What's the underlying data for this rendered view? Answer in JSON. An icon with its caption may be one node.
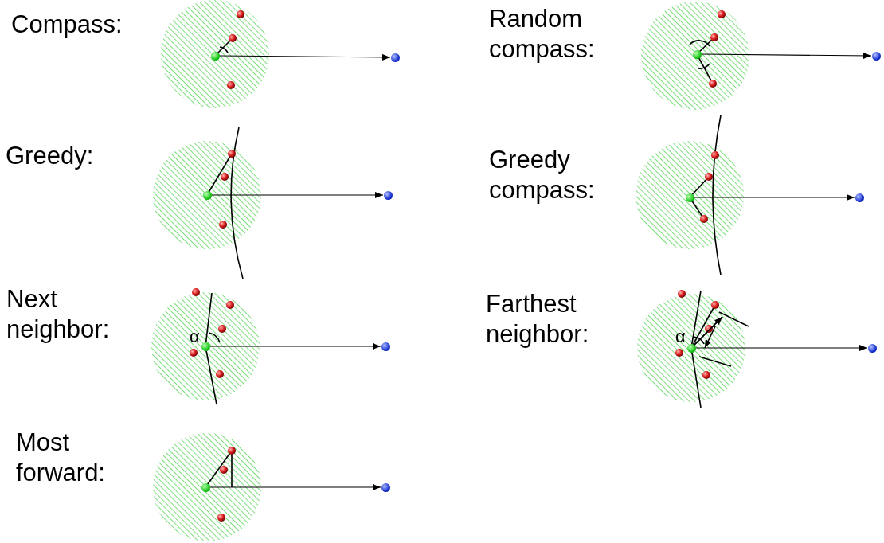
{
  "diagram": {
    "nodes": [
      {
        "text": [],
        "shape": "circle"
      },
      {
        "text": [],
        "shape": "circle"
      },
      {
        "text": [],
        "shape": "circle"
      },
      {
        "text": [],
        "shape": "circle"
      },
      {
        "text": [],
        "shape": "circle"
      },
      {
        "text": [],
        "shape": "circle"
      },
      {
        "text": [],
        "shape": "circle"
      },
      {
        "text": [],
        "shape": "circle"
      },
      {
        "text": [],
        "shape": "circle"
      },
      {
        "text": [],
        "shape": "circle"
      },
      {
        "text": [],
        "shape": "circle"
      },
      {
        "text": [],
        "shape": "circle"
      },
      {
        "text": [],
        "shape": "circle"
      },
      {
        "text": [],
        "shape": "circle"
      }
    ],
    "edges": [
      {
        "from": 0,
        "to": 1,
        "arrow": "to"
      },
      {
        "from": 2,
        "to": 3,
        "arrow": "to"
      },
      {
        "from": 4,
        "to": 5,
        "arrow": "to"
      },
      {
        "from": 6,
        "to": 7,
        "arrow": "to"
      },
      {
        "from": 8,
        "to": 9,
        "arrow": "to"
      },
      {
        "from": 10,
        "to": 11,
        "arrow": "to"
      },
      {
        "from": 12,
        "to": 13,
        "arrow": "to"
      }
    ],
    "labels": [
      "Compass:",
      "Random compass:",
      "Greedy:",
      "Greedy compass:",
      "Next neighbor:",
      "α",
      "Farthest neighbor:",
      "α",
      "Most forward:"
    ]
  }
}
